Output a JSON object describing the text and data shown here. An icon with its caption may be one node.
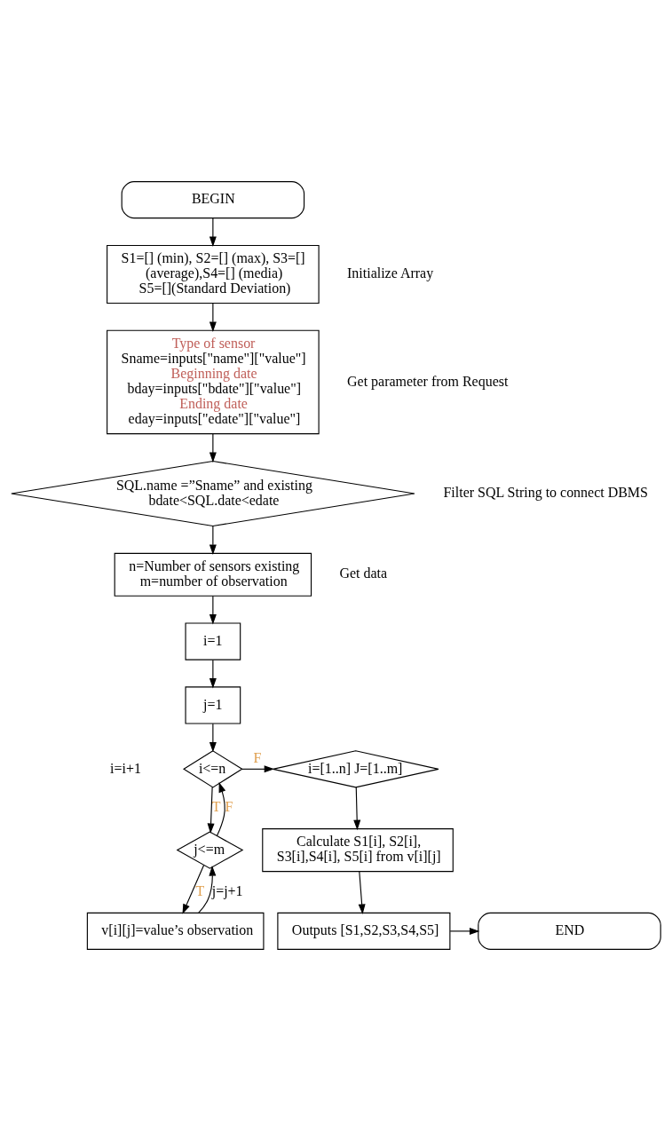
{
  "diagram": {
    "nodes": [
      {
        "text": [
          "BEGIN"
        ]
      },
      {
        "text": [
          "S1=[] (min), S2=[] (max), S3=[] (average),S4=[] (media) S5=[](Standard Deviation)"
        ],
        "beside": [
          "Initialize Array"
        ]
      },
      {
        "text": [
          "Type of sensor",
          "Sname=inputs[\"name\"][\"value\"]",
          "Beginning date",
          "bday=inputs[\"bdate\"][\"value\"]",
          "Ending date",
          "eday=inputs[\"edate\"][\"value\"]"
        ],
        "beside": [
          "Get parameter from Request"
        ]
      },
      {
        "text": [
          "SQL.name =”Sname” and existing bdate<SQL.date<edate"
        ],
        "beside": [
          "Filter SQL String to connect DBMS"
        ]
      },
      {
        "text": [
          "n=Number of sensors existing m=number of observation"
        ],
        "beside": [
          "Get data"
        ]
      },
      {
        "text": [
          "i=1"
        ]
      },
      {
        "text": [
          "j=1"
        ]
      },
      {
        "text": [
          "i<=n"
        ]
      },
      {
        "text": [
          "j<=m"
        ]
      },
      {
        "text": [
          "v[i][j]=value’s observation"
        ]
      },
      {
        "text": [
          "i=[1..n] J=[1..m]"
        ]
      },
      {
        "text": [
          "Calculate S1[i], S2[i], S3[i],S4[i], S5[i] from v[i][j]"
        ]
      },
      {
        "text": [
          "Outputs [S1,S2,S3,S4,S5]"
        ]
      },
      {
        "text": [
          "END"
        ]
      }
    ],
    "edges": [
      {
        "from": 0,
        "to": 1,
        "arrow": "to"
      },
      {
        "from": 1,
        "to": 2,
        "arrow": "to"
      },
      {
        "from": 2,
        "to": 3,
        "arrow": "to"
      },
      {
        "from": 3,
        "to": 4,
        "arrow": "to"
      },
      {
        "from": 4,
        "to": 5,
        "arrow": "to"
      },
      {
        "from": 5,
        "to": 6,
        "arrow": "to"
      },
      {
        "from": 6,
        "to": 7,
        "arrow": "to"
      },
      {
        "from": 7,
        "to": 8,
        "arrow": "to",
        "label": "T"
      },
      {
        "from": 8,
        "to": 9,
        "arrow": "to",
        "label": "T"
      },
      {
        "from": 9,
        "to": 8,
        "arrow": "to",
        "label": "j=j+1"
      },
      {
        "from": 8,
        "to": 7,
        "arrow": "to",
        "label": "F"
      },
      {
        "from": 7,
        "to": 10,
        "arrow": "to",
        "label": "F"
      },
      {
        "from": 10,
        "to": 11,
        "arrow": "to"
      },
      {
        "from": 11,
        "to": 12,
        "arrow": "to"
      },
      {
        "from": 12,
        "to": 13,
        "arrow": "to"
      }
    ],
    "labels": [
      "i=i+1"
    ]
  }
}
